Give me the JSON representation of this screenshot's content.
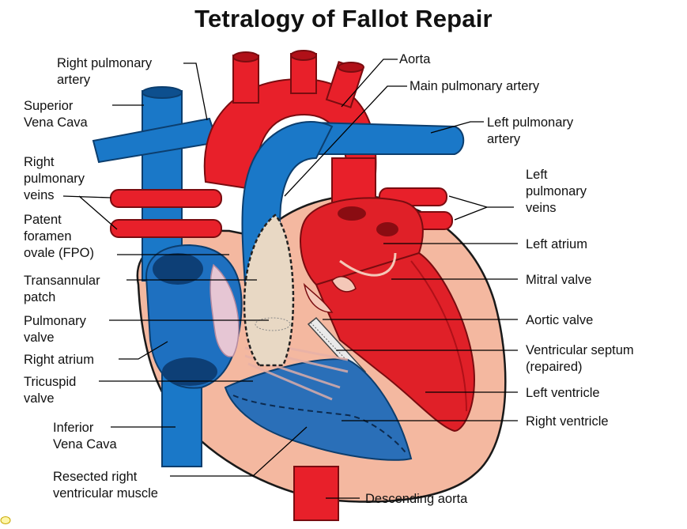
{
  "title": "Tetralogy of Fallot Repair",
  "colors": {
    "oxygenated": "#e8202a",
    "deoxygenated": "#1a73c4",
    "pericardium": "#f2b9a0",
    "patch": "#e8d8c0",
    "dark_red": "#b01018"
  },
  "labels_left": {
    "right_pulmonary_artery": "Right pulmonary\nartery",
    "superior_vena_cava": "Superior\nVena Cava",
    "right_pulmonary_veins": "Right\npulmonary\nveins",
    "patent_foramen_ovale": "Patent\nforamen\novale (FPO)",
    "transannular_patch": "Transannular\npatch",
    "pulmonary_valve": "Pulmonary\nvalve",
    "right_atrium": "Right atrium",
    "tricuspid_valve": "Tricuspid\nvalve",
    "inferior_vena_cava": "Inferior\nVena Cava",
    "resected_rv_muscle": "Resected right\nventricular muscle"
  },
  "labels_right": {
    "aorta": "Aorta",
    "main_pulmonary_artery": "Main pulmonary artery",
    "left_pulmonary_artery": "Left pulmonary\nartery",
    "left_pulmonary_veins": "Left\npulmonary\nveins",
    "left_atrium": "Left atrium",
    "mitral_valve": "Mitral valve",
    "aortic_valve": "Aortic valve",
    "ventricular_septum": "Ventricular septum\n(repaired)",
    "left_ventricle": "Left ventricle",
    "right_ventricle": "Right ventricle",
    "descending_aorta": "Descending aorta"
  },
  "icons": {
    "corner": "slide-nav-icon"
  }
}
